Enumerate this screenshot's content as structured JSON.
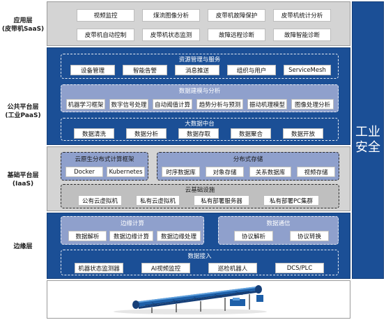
{
  "layers": {
    "app": {
      "name": "应用层",
      "sub": "(皮带机SaaS)"
    },
    "paas": {
      "name": "公共平台层",
      "sub": "(工业PaaS)"
    },
    "iaas": {
      "name": "基础平台层",
      "sub": "(IaaS)"
    },
    "edge": {
      "name": "边缘层"
    }
  },
  "app_items": [
    "视频监控",
    "煤流图像分析",
    "皮带机故障保护",
    "皮带机统计分析",
    "皮带机自动控制",
    "皮带机状态监测",
    "故障远程诊断",
    "故障智能诊断"
  ],
  "paas": {
    "resource": {
      "title": "资源管理与服务",
      "items": [
        "设备管理",
        "智能告警",
        "消息推送",
        "组织与用户",
        "ServiceMesh"
      ]
    },
    "modeling": {
      "title": "数据建模与分析",
      "items": [
        "机器学习框架",
        "数字信号处理",
        "自动阈值计算",
        "趋势分析与预测",
        "振动机理模型",
        "图像处理分析"
      ]
    },
    "bigdata": {
      "title": "大数据中台",
      "items": [
        "数据清洗",
        "数据分析",
        "数据存取",
        "数据聚合",
        "数据开放"
      ]
    }
  },
  "iaas": {
    "cloud_native": {
      "title": "云原生分布式计算框架",
      "items": [
        "Docker",
        "Kubernetes"
      ]
    },
    "storage": {
      "title": "分布式存储",
      "items": [
        "时序数据库",
        "对象存储",
        "关系数据库",
        "视频存储"
      ]
    },
    "infra": {
      "title": "云基础设施",
      "items": [
        "公有云虚拟机",
        "私有云虚拟机",
        "私有部署服务器",
        "私有部署PC集群"
      ]
    }
  },
  "edge": {
    "compute": {
      "title": "边缘计算",
      "items": [
        "数据解析",
        "数据边缘计算",
        "数据边缘处理"
      ]
    },
    "comm": {
      "title": "数据通信",
      "items": [
        "协议解析",
        "协议转换"
      ]
    },
    "ingest": {
      "title": "数据接入",
      "items": [
        "机器状态监测器",
        "AI视频监控",
        "巡检机器人",
        "DCS/PLC"
      ]
    }
  },
  "security": {
    "line1": "工业",
    "line2": "安全"
  },
  "colors": {
    "navy": "#1b4f96",
    "lavender": "#8fa0cc",
    "grey": "#d4d4d4"
  }
}
